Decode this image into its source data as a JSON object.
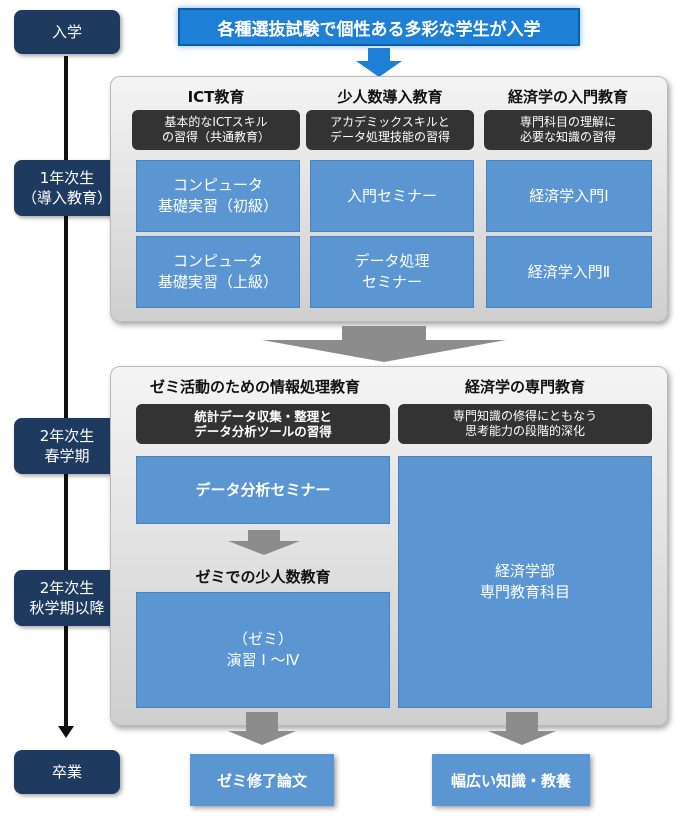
{
  "timeline": {
    "stages": [
      {
        "label": "入学"
      },
      {
        "label": "1年次生\n（導入教育）"
      },
      {
        "label": "2年次生\n春学期"
      },
      {
        "label": "2年次生\n秋学期以降"
      },
      {
        "label": "卒業"
      }
    ]
  },
  "banner": {
    "text": "各種選抜試験で個性ある多彩な学生が入学"
  },
  "first_year": {
    "columns": [
      {
        "title": "ICT教育",
        "desc": "基本的なICTスキル\nの習得（共通教育）",
        "courses": [
          "コンピュータ\n基礎実習（初級）",
          "コンピュータ\n基礎実習（上級）"
        ]
      },
      {
        "title": "少人数導入教育",
        "desc": "アカデミックスキルと\nデータ処理技能の習得",
        "courses": [
          "入門セミナー",
          "データ処理\nセミナー"
        ]
      },
      {
        "title": "経済学の入門教育",
        "desc": "専門科目の理解に\n必要な知識の習得",
        "courses": [
          "経済学入門Ⅰ",
          "経済学入門Ⅱ"
        ]
      }
    ]
  },
  "second_year": {
    "left": {
      "title": "ゼミ活動のための情報処理教育",
      "desc": "統計データ収集・整理と\nデータ分析ツールの習得",
      "course": "データ分析セミナー",
      "sub_title": "ゼミでの少人数教育",
      "sub_course": "（ゼミ）\n演習 Ⅰ ～Ⅳ"
    },
    "right": {
      "title": "経済学の専門教育",
      "desc": "専門知識の修得にともなう\n思考能力の段階的深化",
      "course": "経済学部\n専門教育科目"
    }
  },
  "outcomes": {
    "left": "ゼミ修了論文",
    "right": "幅広い知識・教養"
  },
  "colors": {
    "stage": "#1f3a5f",
    "banner": "#1e7fd6",
    "course_box": "#5b96d2",
    "label_dark": "#333333",
    "arrow_grey": "#8c8c8c"
  }
}
